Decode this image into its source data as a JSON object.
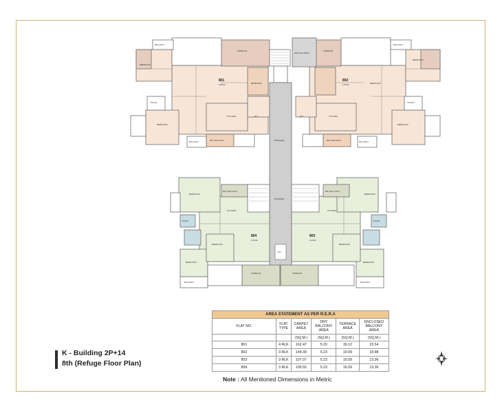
{
  "title": {
    "line1": "K - Building 2P+14",
    "line2": "8th (Refuge Floor Plan)"
  },
  "table": {
    "heading": "AREA STATEMENT AS PER R.E.R.A",
    "columns": [
      "FLAT NO.",
      "FLAT TYPE",
      "CARPET AREA",
      "DRY BALCONY AREA",
      "TERRACE AREA",
      "ENCLOSED BALCONY AREA"
    ],
    "units": [
      "",
      "",
      "(SQ.M.)",
      "(SQ.M.)",
      "(SQ.M.)",
      "(SQ.M.)"
    ],
    "rows": [
      [
        "801",
        "4 RLK",
        "162.47",
        "5.20",
        "30.12",
        "23.54"
      ],
      [
        "802",
        "3 RLK",
        "144.39",
        "5.23",
        "19.09",
        "18.98"
      ],
      [
        "803",
        "3 RLK",
        "107.07",
        "5.23",
        "16.09",
        "13.36"
      ],
      [
        "804",
        "3 RLK",
        "105.55",
        "5.33",
        "16.09",
        "13.36"
      ]
    ]
  },
  "note": {
    "label": "Note :",
    "text": " All Mentioned Dimensions in Metric"
  },
  "plan_labels": {
    "flat801": "801",
    "flat802": "802",
    "flat803": "803",
    "flat804": "804",
    "refuge_area": "REFUGE AREA",
    "living": "LIVING",
    "kitchen": "KITCHEN",
    "bedroom": "BEDROOM",
    "terrace": "TERRACE",
    "toilet": "TOILET",
    "passage": "PASSAGE",
    "lift": "LIFT",
    "dry_balcony": "DRY BALCONY",
    "balcony": "BALCONY"
  },
  "colors": {
    "frame": "#c9b46a",
    "upper_living": "#f7e6d8",
    "upper_terrace": "#e6cdbf",
    "lower_living": "#e8efdb",
    "lower_terrace": "#d9dcc6",
    "toilet_blue": "#c8dde3",
    "core_grey": "#cfcfcf",
    "table_header": "#f0c993"
  }
}
